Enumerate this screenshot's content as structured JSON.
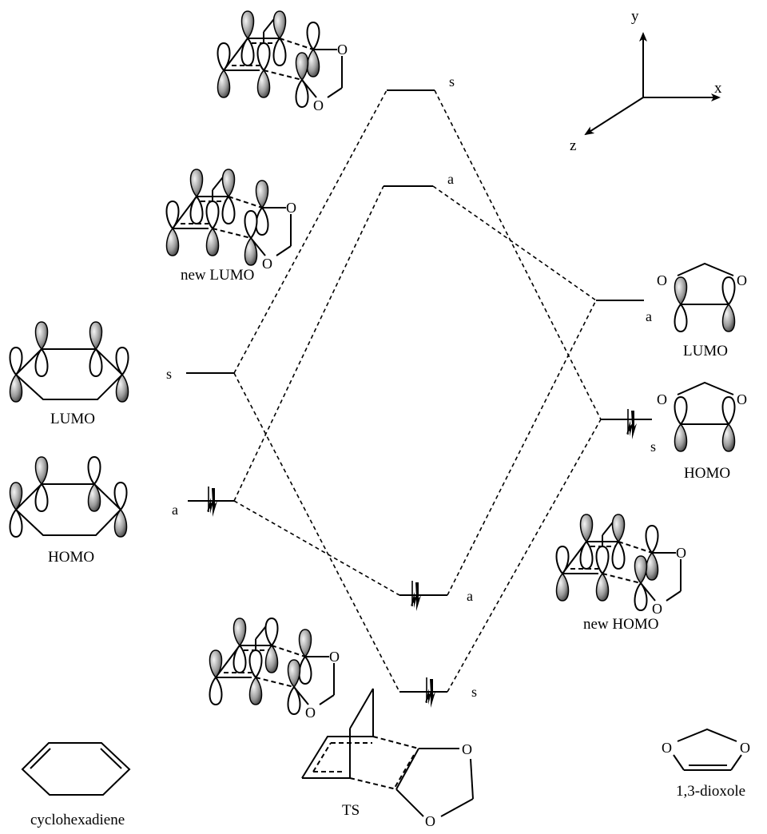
{
  "diagram": {
    "title": "Correlation diagram: cyclohexadiene + 1,3-dioxole cycloaddition",
    "axes": {
      "x": "x",
      "y": "y",
      "z": "z"
    },
    "left_fragment": {
      "name": "cyclohexadiene",
      "orbitals": [
        {
          "label": "LUMO",
          "symmetry": "s",
          "occupied": false
        },
        {
          "label": "HOMO",
          "symmetry": "a",
          "occupied": true
        }
      ]
    },
    "right_fragment": {
      "name": "1,3-dioxole",
      "oxygen": "O",
      "orbitals": [
        {
          "label": "LUMO",
          "symmetry": "a",
          "occupied": false
        },
        {
          "label": "HOMO",
          "symmetry": "s",
          "occupied": true
        }
      ]
    },
    "ts_levels": [
      {
        "symmetry": "s",
        "occupied": false,
        "note": "top"
      },
      {
        "symmetry": "a",
        "label": "new LUMO",
        "occupied": false
      },
      {
        "symmetry": "a",
        "label": "new HOMO",
        "occupied": true
      },
      {
        "symmetry": "s",
        "occupied": true,
        "note": "bottom"
      }
    ],
    "ts_label": "TS"
  }
}
